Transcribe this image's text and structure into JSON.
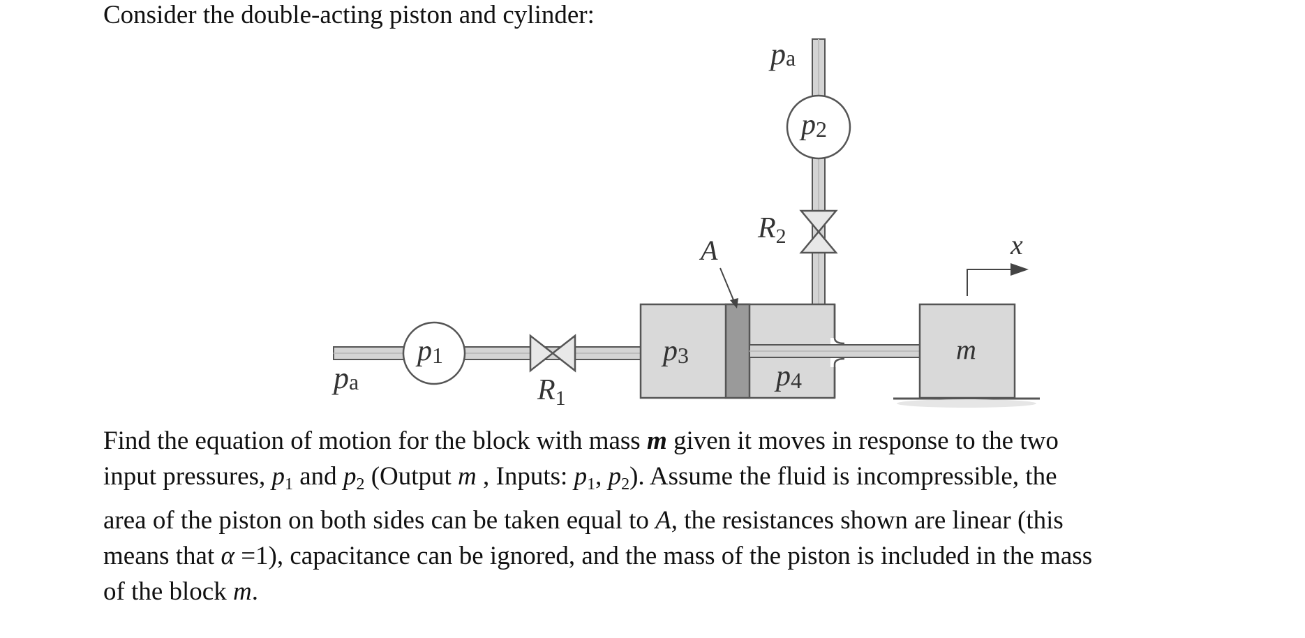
{
  "intro": "Consider the double-acting piston and cylinder:",
  "diagram": {
    "pa_top": "p",
    "pa_top_sub": "a",
    "p2": "p",
    "p2_sub": "2",
    "r2": "R",
    "r2_sub": "2",
    "a_label": "A",
    "x_label": "x",
    "p1": "p",
    "p1_sub": "1",
    "p3": "p",
    "p3_sub": "3",
    "p4": "p",
    "p4_sub": "4",
    "m_label": "m",
    "pa_left": "p",
    "pa_left_sub": "a",
    "r1": "R",
    "r1_sub": "1"
  },
  "question": {
    "l1_a": "Find the equation of motion for the block with mass ",
    "l1_m": "m",
    "l1_b": " given it moves in response to the two",
    "l2_a": "input pressures, ",
    "l2_p1": "p",
    "l2_p1_sub": "1",
    "l2_and": " and ",
    "l2_p2": "p",
    "l2_p2_sub": "2",
    "l2_b": " (Output ",
    "l2_m": "m",
    "l2_c": " , Inputs: ",
    "l2_p1b": "p",
    "l2_p1b_sub": "1",
    "l2_comma": ", ",
    "l2_p2b": "p",
    "l2_p2b_sub": "2",
    "l2_d": "). Assume the fluid is incompressible, the",
    "l3_a": "area of the piston on both sides can be taken equal to ",
    "l3_A": "A",
    "l3_b": ", the resistances shown are linear (this",
    "l4_a": "means that ",
    "l4_alpha": "α",
    "l4_b": " =1), capacitance can be ignored, and the mass of the piston is included in the mass",
    "l5_a": "of the block ",
    "l5_m": "m",
    "l5_b": "."
  },
  "colors": {
    "pipe_fill": "#d4d4d4",
    "cylinder_fill": "#d9d9d9",
    "piston_fill": "#9a9a9a",
    "outline": "#555555",
    "text": "#111111"
  }
}
